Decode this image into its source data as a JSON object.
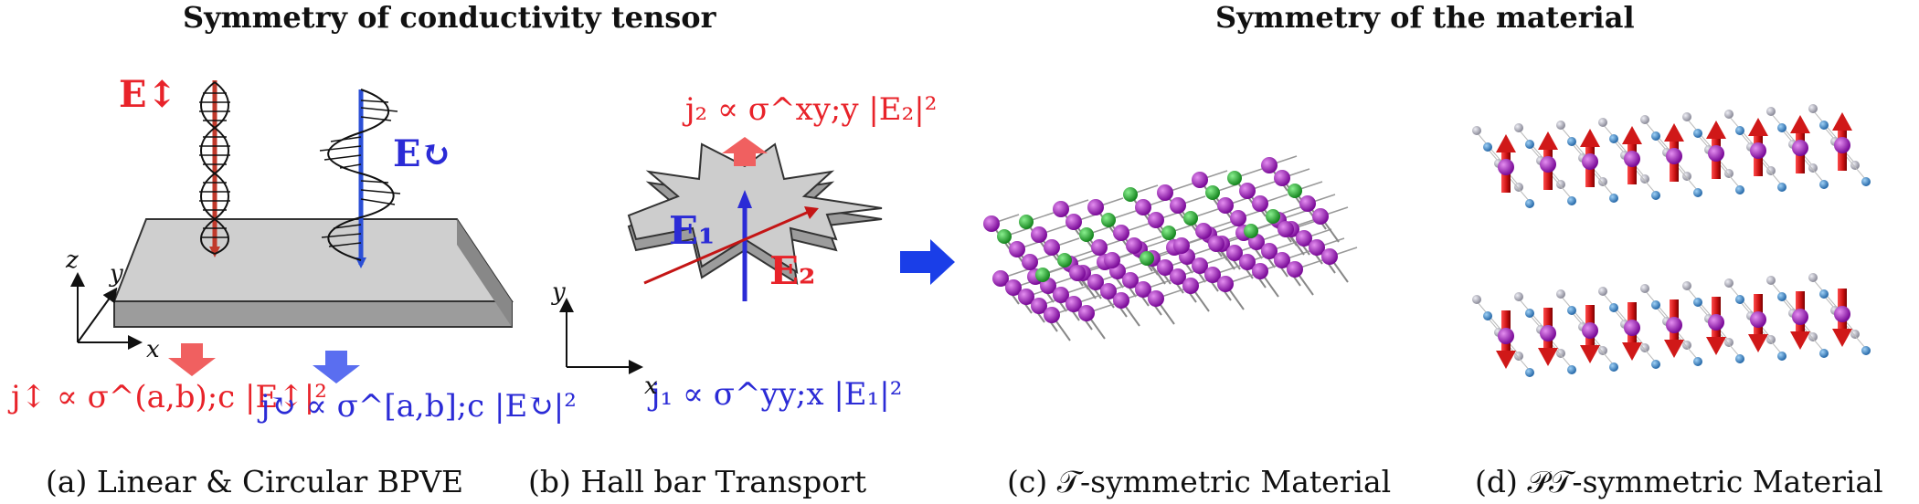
{
  "headings": {
    "left": "Symmetry of conductivity tensor",
    "right": "Symmetry of the material"
  },
  "captions": {
    "a": "(a) Linear & Circular BPVE",
    "b": "(b) Hall bar Transport",
    "c": "(c) 𝒯-symmetric Material",
    "d": "(d) 𝒫𝒯-symmetric Material"
  },
  "panel_a": {
    "e_linear": "E↕",
    "e_circular": "E↻",
    "j_linear": "j↕ ∝ σ^(a,b);c |E↕|²",
    "j_circular": "j↻ ∝ σ^[a,b];c |E↻|²",
    "axis_x": "x",
    "axis_y": "y",
    "axis_z": "z"
  },
  "panel_b": {
    "e1": "E₁",
    "e2": "E₂",
    "j2": "j₂ ∝ σ^xy;y |E₂|²",
    "j1": "j₁ ∝ σ^yy;x |E₁|²",
    "axis_x": "x",
    "axis_y": "y"
  },
  "colors": {
    "red": "#e8232a",
    "blue": "#2b2bd6",
    "slab": "#c8c8c8",
    "purple": "#8a0fa8",
    "green": "#1fa82a",
    "arrow_red": "#c41515",
    "atom_blue": "#2f7fc4",
    "atom_grey": "#9a9aa8"
  }
}
